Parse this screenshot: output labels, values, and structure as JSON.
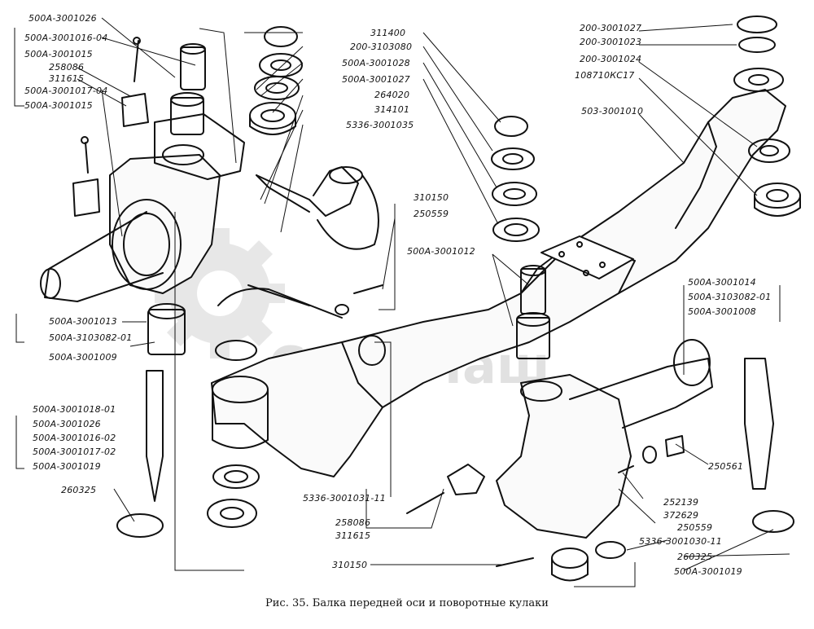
{
  "caption": "Рис. 35. Балка передней оси и поворотные кулаки",
  "watermark": "СпецМаш",
  "labels": [
    "500А-3001026",
    "500А-3001016-04",
    "500А-3001015",
    "258086",
    "311615",
    "500А-3001017-04",
    "500А-3001015",
    "311400",
    "200-3103080",
    "500А-3001028",
    "500А-3001027",
    "264020",
    "314101",
    "5336-3001035",
    "200-3001027",
    "200-3001023",
    "200-3001024",
    "108710КС17",
    "503-3001010",
    "310150",
    "250559",
    "500А-3001012",
    "500А-3001014",
    "500А-3103082-01",
    "500А-3001008",
    "500А-3001013",
    "500А-3103082-01",
    "500А-3001009",
    "500А-3001018-01",
    "500А-3001026",
    "500А-3001016-02",
    "500А-3001017-02",
    "500А-3001019",
    "260325",
    "5336-3001031-11",
    "258086",
    "311615",
    "310150",
    "250561",
    "252139",
    "372629",
    "250559",
    "5336-3001030-11",
    "260325",
    "500А-3001019"
  ]
}
